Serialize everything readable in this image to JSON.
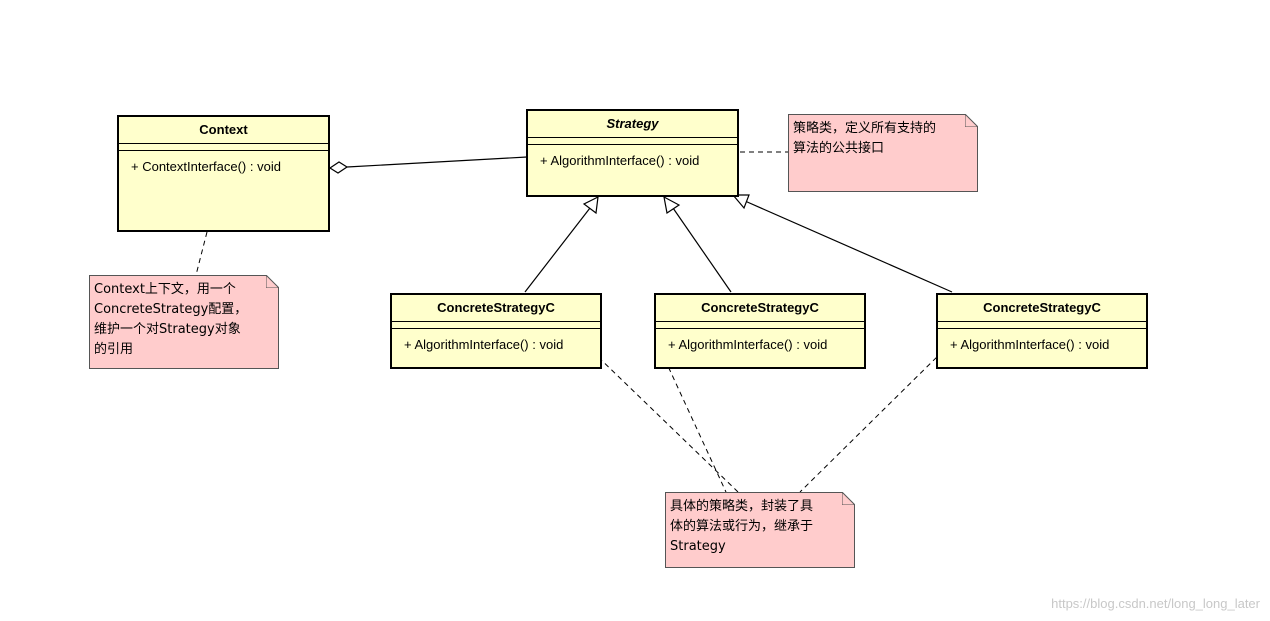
{
  "classes": {
    "context": {
      "name": "Context",
      "operation": "+ ContextInterface() : void"
    },
    "strategy": {
      "name": "Strategy",
      "operation": "+ AlgorithmInterface() : void"
    },
    "concrete_a": {
      "name": "ConcreteStrategyC",
      "operation": "+ AlgorithmInterface() : void"
    },
    "concrete_b": {
      "name": "ConcreteStrategyC",
      "operation": "+ AlgorithmInterface() : void"
    },
    "concrete_c": {
      "name": "ConcreteStrategyC",
      "operation": "+ AlgorithmInterface() : void"
    }
  },
  "notes": {
    "context_note": {
      "lines": [
        "Context上下文，用一个",
        "ConcreteStrategy配置，",
        "维护一个对Strategy对象",
        "的引用"
      ]
    },
    "strategy_note": {
      "lines": [
        "策略类，定义所有支持的",
        "算法的公共接口"
      ]
    },
    "concrete_note": {
      "lines": [
        "具体的策略类，封装了具",
        "体的算法或行为，继承于",
        "Strategy"
      ]
    }
  },
  "watermark": "https://blog.csdn.net/long_long_later",
  "colors": {
    "class_fill": "#ffffcc",
    "note_fill": "#ffcccc",
    "line": "#000000"
  }
}
